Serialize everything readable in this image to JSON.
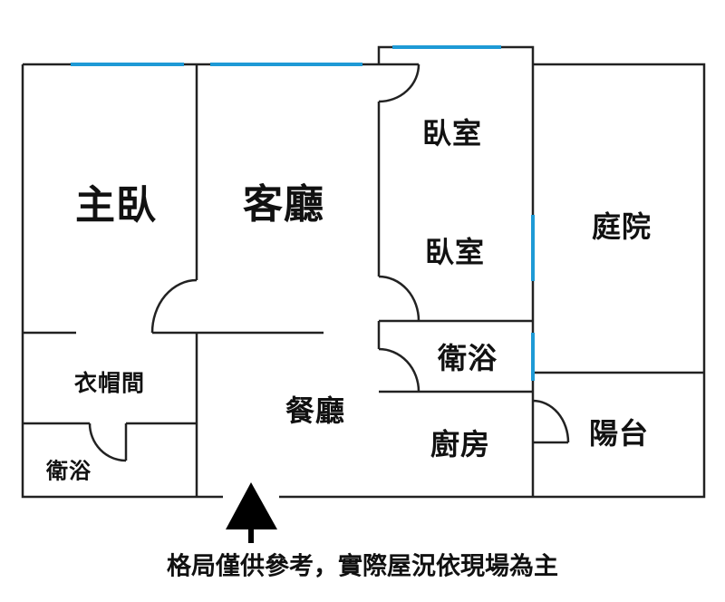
{
  "colors": {
    "wall": "#222222",
    "window": "#1e9ad6"
  },
  "rooms": {
    "master_bedroom": "主臥",
    "living_room": "客廳",
    "bedroom_1": "臥室",
    "bedroom_2": "臥室",
    "courtyard": "庭院",
    "bathroom_main": "衛浴",
    "cloakroom": "衣帽間",
    "dining_room": "餐廳",
    "kitchen": "廚房",
    "balcony": "陽台",
    "bathroom_small": "衛浴"
  },
  "entrance_icon": "arrow-up-icon",
  "footer_note": "格局僅供參考，實際屋況依現場為主"
}
